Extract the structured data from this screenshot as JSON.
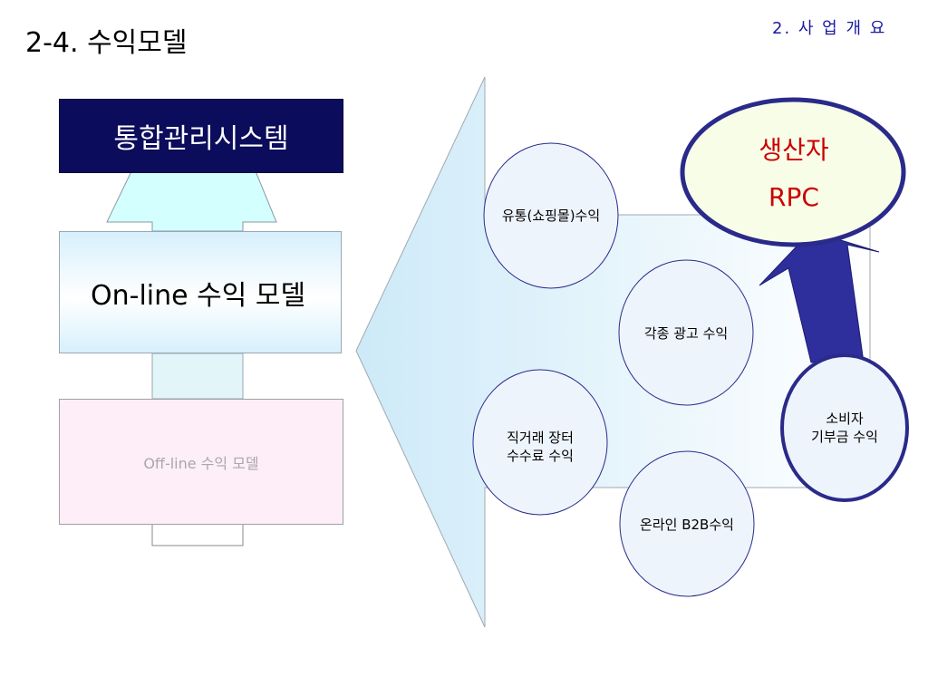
{
  "header": {
    "title": "2-4. 수익모델",
    "section": "2. 사 업 개 요"
  },
  "diagram": {
    "integrated_system": "통합관리시스템",
    "online_model": "On-line 수익 모델",
    "offline_model": "Off-line 수익 모델",
    "revenue_sources": [
      {
        "lines": [
          "유통(쇼핑몰)수익"
        ]
      },
      {
        "lines": [
          "각종 광고 수익"
        ]
      },
      {
        "lines": [
          "직거래 장터",
          "수수료 수익"
        ]
      },
      {
        "lines": [
          "온라인 B2B수익"
        ]
      }
    ],
    "producer": {
      "line1": "생산자",
      "line2": "RPC"
    },
    "consumer": {
      "line1": "소비자",
      "line2": "기부금 수익"
    }
  },
  "colors": {
    "navy": "#0c0c5c",
    "producer_text": "#cc0000",
    "ellipse_border": "#2a2a8a",
    "arrow_blue": "#2e2e9c"
  }
}
